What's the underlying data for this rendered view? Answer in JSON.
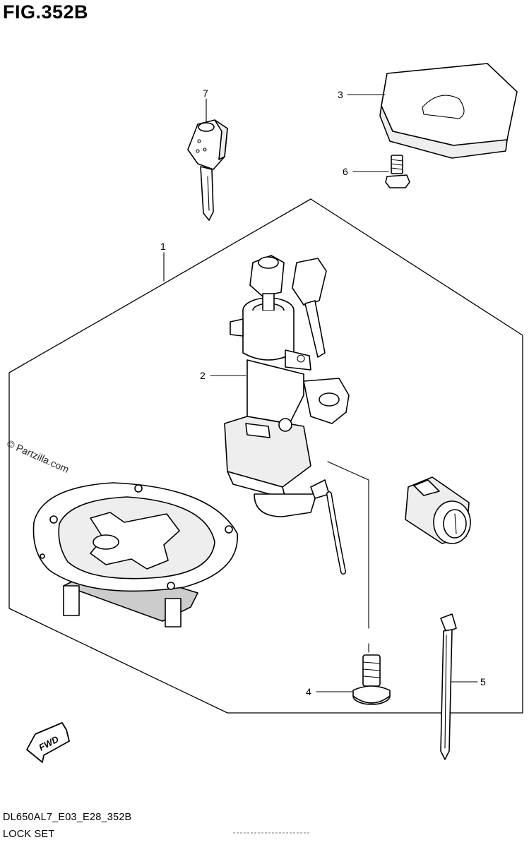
{
  "figure": {
    "title": "FIG.352B",
    "code": "DL650AL7_E03_E28_352B",
    "name": "LOCK SET",
    "watermark": "© Partzilla.com"
  },
  "callouts": [
    {
      "id": "1",
      "label": "1"
    },
    {
      "id": "2",
      "label": "2"
    },
    {
      "id": "3",
      "label": "3"
    },
    {
      "id": "4",
      "label": "4"
    },
    {
      "id": "5",
      "label": "5"
    },
    {
      "id": "6",
      "label": "6"
    },
    {
      "id": "7",
      "label": "7"
    }
  ],
  "direction_marker": {
    "label": "FWD",
    "icon": "fwd-arrow-icon"
  }
}
